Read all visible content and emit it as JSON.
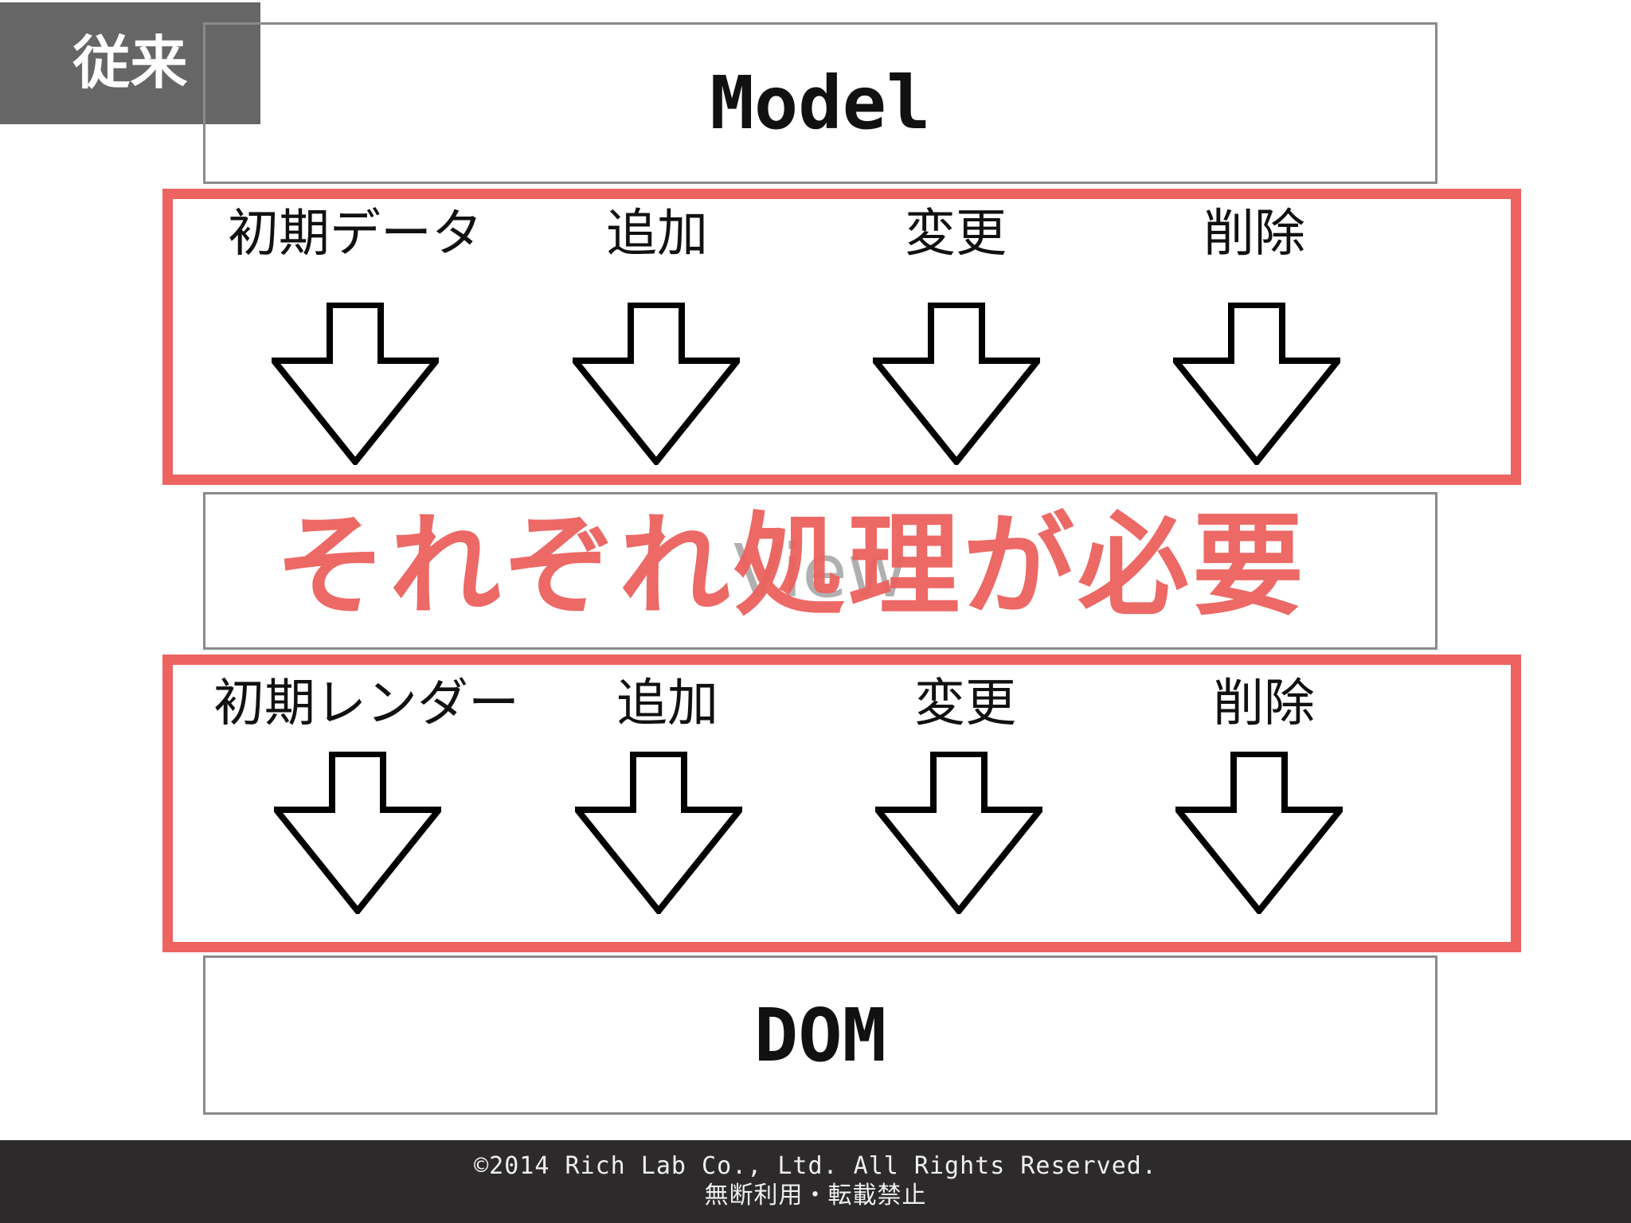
{
  "tag": {
    "label": "従来"
  },
  "layers": {
    "model": "Model",
    "view": "View",
    "dom": "DOM"
  },
  "top_group": {
    "operations": [
      "初期データ",
      "追加",
      "変更",
      "削除"
    ]
  },
  "bottom_group": {
    "operations": [
      "初期レンダー",
      "追加",
      "変更",
      "削除"
    ]
  },
  "note": "それぞれ処理が必要",
  "footer": {
    "copyright": "©2014 Rich Lab Co., Ltd. All Rights Reserved.",
    "notice": "無断利用・転載禁止"
  },
  "colors": {
    "accent": "#ed6360",
    "tag_bg": "#666666",
    "footer_bg": "#2d2a2b",
    "layer_border": "#8a8a8a"
  }
}
